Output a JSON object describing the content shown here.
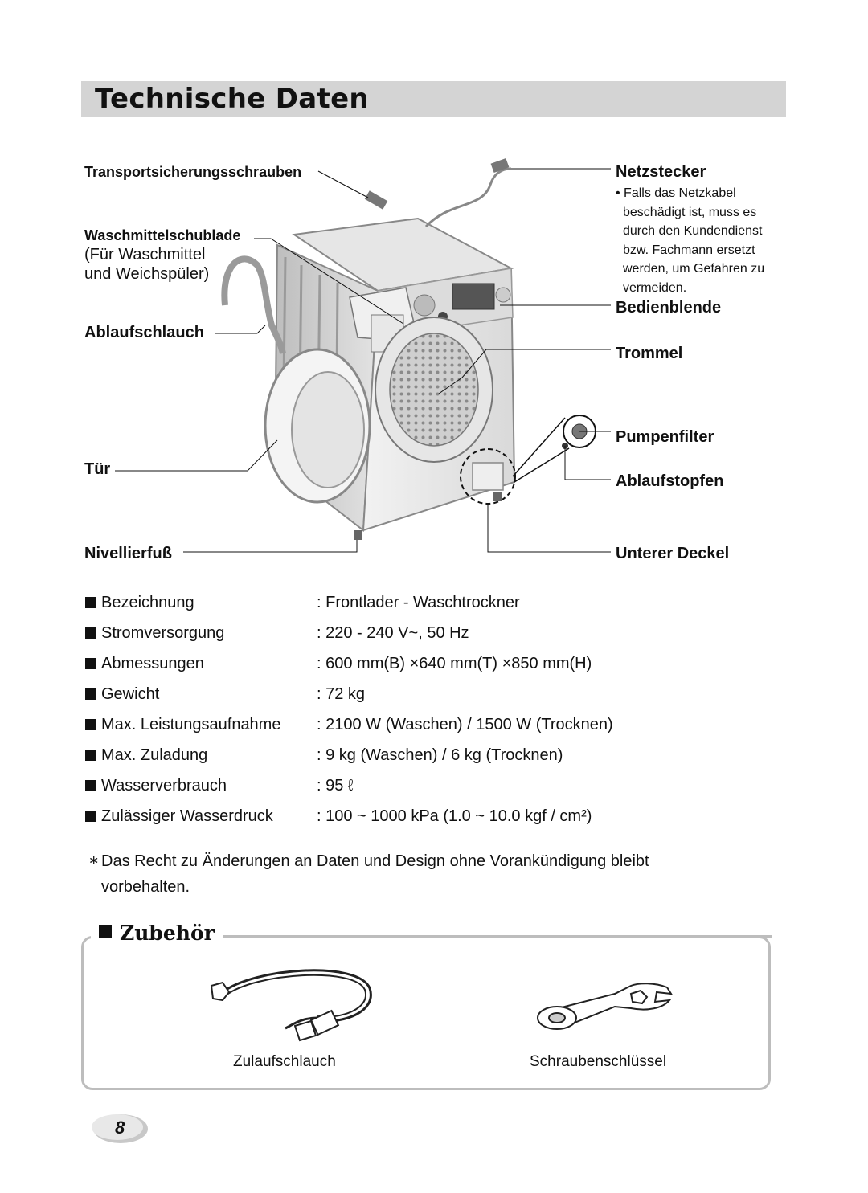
{
  "header": {
    "title": "Technische Daten"
  },
  "diagram": {
    "labels": {
      "transport": "Transportsicherungsschrauben",
      "detergent": "Waschmittelschublade",
      "detergent_sub1": "(Für Waschmittel",
      "detergent_sub2": "und Weichspüler)",
      "drain_hose": "Ablaufschlauch",
      "door": "Tür",
      "leveling_foot": "Nivellierfuß",
      "plug": "Netzstecker",
      "control_panel": "Bedienblende",
      "drum": "Trommel",
      "pump_filter": "Pumpenfilter",
      "drain_plug": "Ablaufstopfen",
      "lower_cover": "Unterer Deckel"
    },
    "plug_note": [
      "• Falls das Netzkabel",
      "beschädigt ist, muss es",
      "durch den Kundendienst",
      "bzw. Fachmann ersetzt",
      "werden, um Gefahren zu",
      "vermeiden."
    ]
  },
  "specs": [
    {
      "name": "Bezeichnung",
      "value": ": Frontlader - Waschtrockner"
    },
    {
      "name": "Stromversorgung",
      "value": ": 220 - 240 V~, 50 Hz"
    },
    {
      "name": "Abmessungen",
      "value": ": 600 mm(B) ×640 mm(T) ×850 mm(H)"
    },
    {
      "name": "Gewicht",
      "value": ": 72 kg"
    },
    {
      "name": "Max. Leistungsaufnahme",
      "value": ": 2100 W (Waschen) / 1500 W (Trocknen)"
    },
    {
      "name": "Max. Zuladung",
      "value": ": 9 kg (Waschen) / 6 kg (Trocknen)"
    },
    {
      "name": "Wasserverbrauch",
      "value": ": 95 ℓ"
    },
    {
      "name": "Zulässiger Wasserdruck",
      "value": ": 100 ~ 1000 kPa (1.0 ~ 10.0 kgf / cm²)"
    }
  ],
  "footnote": {
    "star": "∗",
    "line1": "Das Recht zu Änderungen an Daten und Design ohne Vorankündigung bleibt",
    "line2": "vorbehalten."
  },
  "accessories": {
    "title": "Zubehör",
    "items": [
      {
        "label": "Zulaufschlauch",
        "icon": "inlet-hose-icon"
      },
      {
        "label": "Schraubenschlüssel",
        "icon": "wrench-icon"
      }
    ]
  },
  "page_number": "8"
}
